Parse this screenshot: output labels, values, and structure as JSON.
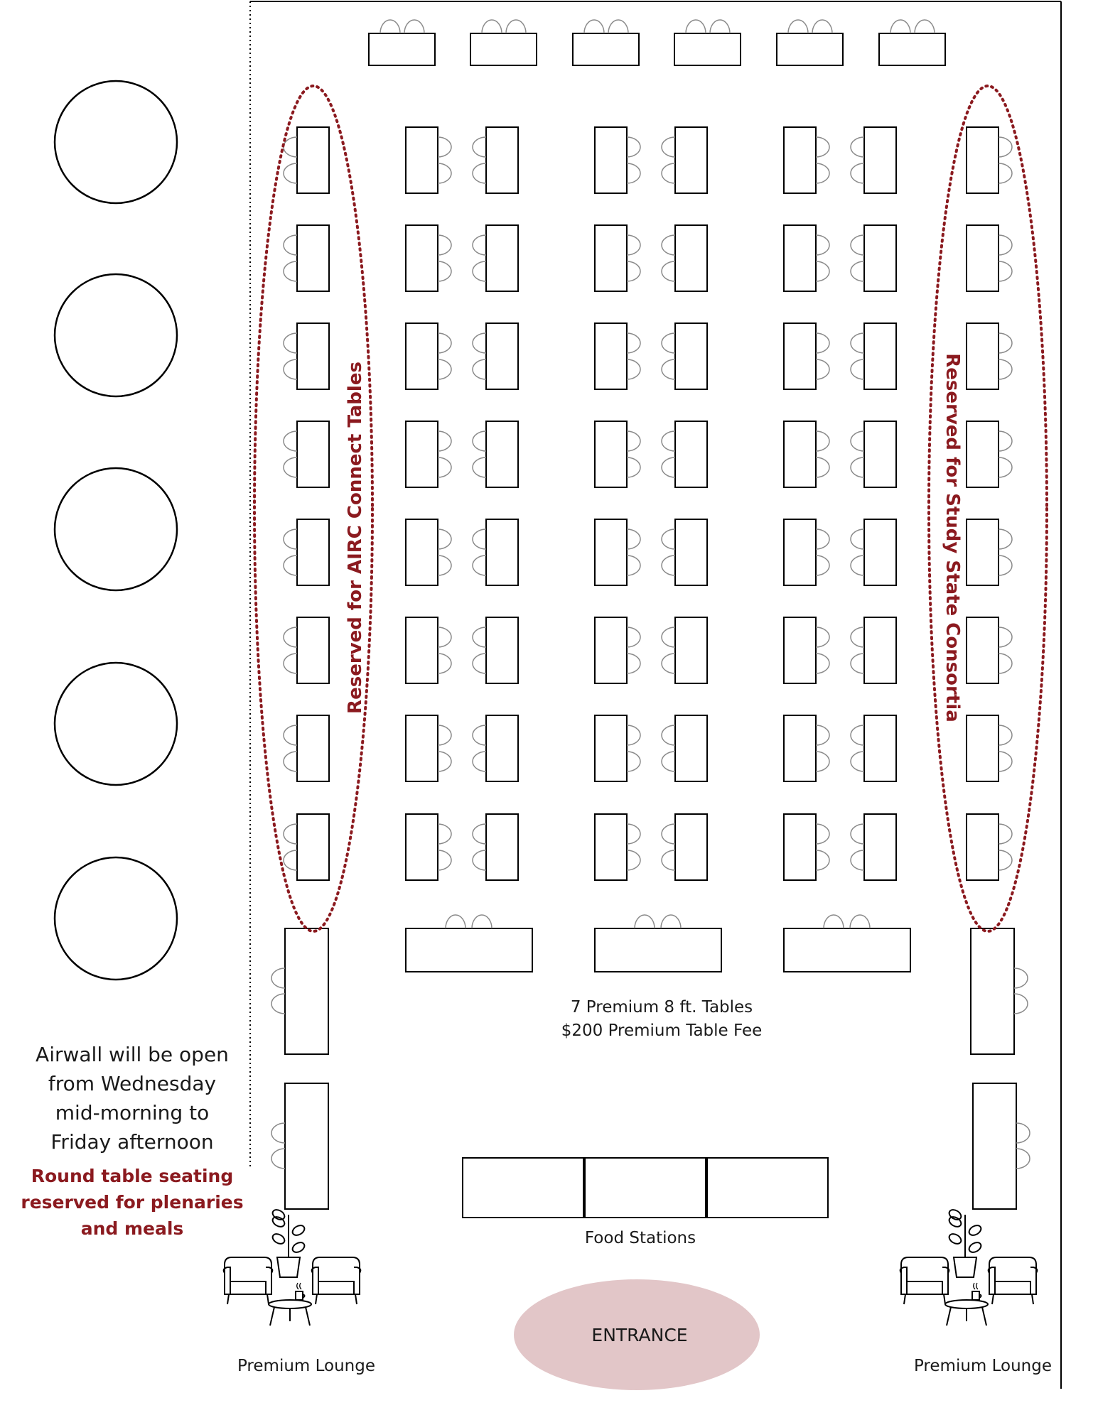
{
  "reserved_left": "Reserved for AIRC Connect Tables",
  "reserved_right": "Reserved for Study State Consortia",
  "premium_tables": {
    "line1": "7 Premium 8 ft. Tables",
    "line2": "$200 Premium Table Fee"
  },
  "airwall_note": [
    "Airwall will be open",
    "from Wednesday",
    "mid-morning to",
    "Friday afternoon"
  ],
  "round_note": [
    "Round table seating",
    "reserved for plenaries",
    "and meals"
  ],
  "food_stations": "Food Stations",
  "entrance": "ENTRANCE",
  "lounge_left": "Premium Lounge",
  "lounge_right": "Premium Lounge",
  "colors": {
    "reserved_accent": "#8b1a1f",
    "entrance_fill": "#e2c6c8"
  },
  "icons": [
    "lounge-chair-icon",
    "plant-icon",
    "coffee-table-icon"
  ]
}
